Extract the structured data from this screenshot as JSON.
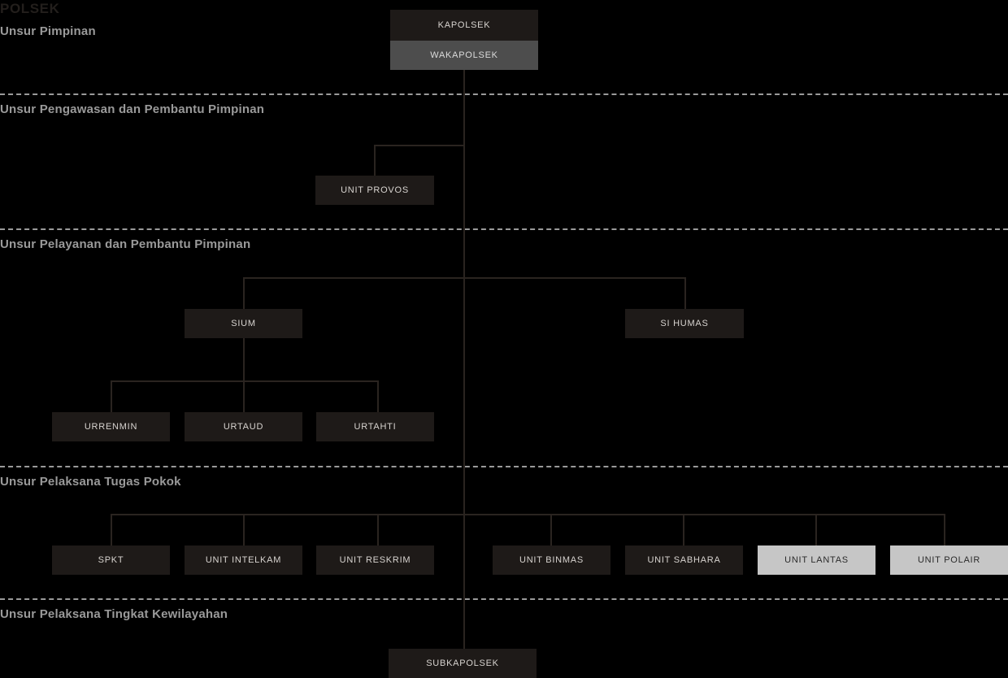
{
  "chart_data": {
    "type": "diagram",
    "title": "POLSEK",
    "diagram_kind": "organizational-chart",
    "sections": [
      {
        "id": "pimpinan",
        "label": "Unsur Pimpinan",
        "divider_after": true
      },
      {
        "id": "pengawasan",
        "label": "Unsur Pengawasan dan Pembantu Pimpinan",
        "divider_after": true
      },
      {
        "id": "pelayanan",
        "label": "Unsur Pelayanan dan Pembantu Pimpinan",
        "divider_after": true
      },
      {
        "id": "pelaksana",
        "label": "Unsur Pelaksana Tugas Pokok",
        "divider_after": true
      },
      {
        "id": "kewilayahan",
        "label": "Unsur Pelaksana Tingkat Kewilayahan",
        "divider_after": false
      }
    ],
    "nodes": [
      {
        "id": "kapolsek",
        "label": "KAPOLSEK",
        "section": "pimpinan",
        "style": "dark"
      },
      {
        "id": "wakapolsek",
        "label": "WAKAPOLSEK",
        "section": "pimpinan",
        "style": "mid"
      },
      {
        "id": "unit_provos",
        "label": "UNIT PROVOS",
        "section": "pengawasan",
        "style": "dark"
      },
      {
        "id": "sium",
        "label": "SIUM",
        "section": "pelayanan",
        "style": "dark"
      },
      {
        "id": "si_humas",
        "label": "SI HUMAS",
        "section": "pelayanan",
        "style": "dark"
      },
      {
        "id": "urrenmin",
        "label": "URRENMIN",
        "section": "pelayanan",
        "style": "dark"
      },
      {
        "id": "urtaud",
        "label": "URTAUD",
        "section": "pelayanan",
        "style": "dark"
      },
      {
        "id": "urtahti",
        "label": "URTAHTI",
        "section": "pelayanan",
        "style": "dark"
      },
      {
        "id": "spkt",
        "label": "SPKT",
        "section": "pelaksana",
        "style": "dark"
      },
      {
        "id": "unit_intelkam",
        "label": "UNIT INTELKAM",
        "section": "pelaksana",
        "style": "dark"
      },
      {
        "id": "unit_reskrim",
        "label": "UNIT RESKRIM",
        "section": "pelaksana",
        "style": "dark"
      },
      {
        "id": "unit_binmas",
        "label": "UNIT BINMAS",
        "section": "pelaksana",
        "style": "dark"
      },
      {
        "id": "unit_sabhara",
        "label": "UNIT SABHARA",
        "section": "pelaksana",
        "style": "dark"
      },
      {
        "id": "unit_lantas",
        "label": "UNIT LANTAS",
        "section": "pelaksana",
        "style": "light"
      },
      {
        "id": "unit_polair",
        "label": "UNIT POLAIR",
        "section": "pelaksana",
        "style": "light"
      },
      {
        "id": "subkapolsek",
        "label": "SUBKAPOLSEK",
        "section": "kewilayahan",
        "style": "dark"
      }
    ],
    "colors": {
      "background": "#000000",
      "node_dark": "#1e1a18",
      "node_mid": "#4d4d4d",
      "node_light": "#c6c6c6",
      "connector": "#2a2420",
      "divider": "#9a9a9a",
      "section_label": "#9a9a9a",
      "title": "#231f1c"
    }
  }
}
